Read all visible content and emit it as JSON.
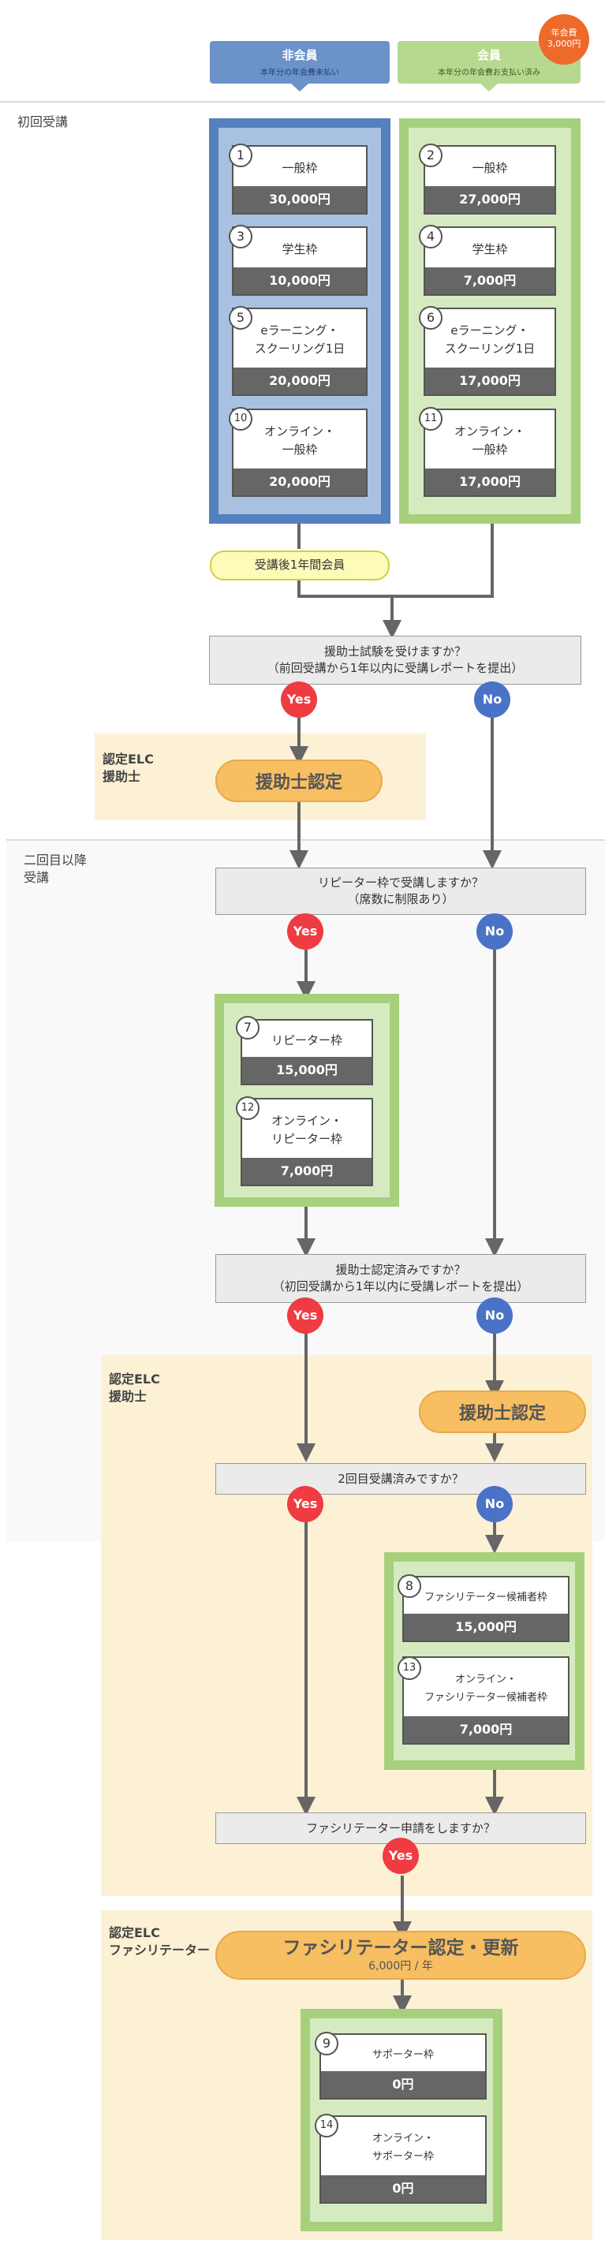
{
  "header": {
    "nonmember": {
      "title": "非会員",
      "sub": "本年分の年会費未払い"
    },
    "member": {
      "title": "会員",
      "sub": "本年分の年会費お支払い済み"
    },
    "fee_badge": {
      "line1": "年会費",
      "line2": "3,000円"
    }
  },
  "sections": {
    "first": "初回受講",
    "second": [
      "二回目以降",
      "受講"
    ],
    "elc1": [
      "認定ELC",
      "援助士"
    ],
    "elc2": [
      "認定ELC",
      "援助士"
    ],
    "elc3": [
      "認定ELC",
      "ファシリテーター"
    ]
  },
  "courses": {
    "c1": {
      "num": "1",
      "name": [
        "一般枠"
      ],
      "price": "30,000円"
    },
    "c2": {
      "num": "2",
      "name": [
        "一般枠"
      ],
      "price": "27,000円"
    },
    "c3": {
      "num": "3",
      "name": [
        "学生枠"
      ],
      "price": "10,000円"
    },
    "c4": {
      "num": "4",
      "name": [
        "学生枠"
      ],
      "price": "7,000円"
    },
    "c5": {
      "num": "5",
      "name": [
        "eラーニング・",
        "スクーリング1日"
      ],
      "price": "20,000円"
    },
    "c6": {
      "num": "6",
      "name": [
        "eラーニング・",
        "スクーリング1日"
      ],
      "price": "17,000円"
    },
    "c10": {
      "num": "10",
      "name": [
        "オンライン・",
        "一般枠"
      ],
      "price": "20,000円"
    },
    "c11": {
      "num": "11",
      "name": [
        "オンライン・",
        "一般枠"
      ],
      "price": "17,000円"
    },
    "c7": {
      "num": "7",
      "name": [
        "リピーター枠"
      ],
      "price": "15,000円"
    },
    "c12": {
      "num": "12",
      "name": [
        "オンライン・",
        "リピーター枠"
      ],
      "price": "7,000円"
    },
    "c8": {
      "num": "8",
      "name": [
        "ファシリテーター候補者枠"
      ],
      "price": "15,000円"
    },
    "c13": {
      "num": "13",
      "name": [
        "オンライン・",
        "ファシリテーター候補者枠"
      ],
      "price": "7,000円"
    },
    "c9": {
      "num": "9",
      "name": [
        "サポーター枠"
      ],
      "price": "0円"
    },
    "c14": {
      "num": "14",
      "name": [
        "オンライン・",
        "サポーター枠"
      ],
      "price": "0円"
    }
  },
  "member_after": "受講後1年間会員",
  "questions": {
    "q1": [
      "援助士試験を受けますか？",
      "（前回受講から1年以内に受講レポートを提出）"
    ],
    "q2": [
      "リピーター枠で受講しますか？",
      "（席数に制限あり）"
    ],
    "q3": [
      "援助士認定済みですか？",
      "（初回受講から1年以内に受講レポートを提出）"
    ],
    "q4": [
      "2回目受講済みですか？"
    ],
    "q5": [
      "ファシリテーター申請をしますか？"
    ]
  },
  "answers": {
    "yes": "Yes",
    "no": "No"
  },
  "certification": {
    "assistant": "援助士認定",
    "facilitator": "ファシリテーター認定・更新",
    "facilitator_fee": "6,000円 / 年"
  },
  "colors": {
    "blue_frame": "#5480bd",
    "blue_fill": "#a8c1e1",
    "green_frame": "#a6d07c",
    "green_fill": "#d6eabf",
    "yes": "#ef3b42",
    "no": "#4a72c6",
    "pill": "#f7be62",
    "badge": "#ee6a2a",
    "arrow": "#666666"
  }
}
